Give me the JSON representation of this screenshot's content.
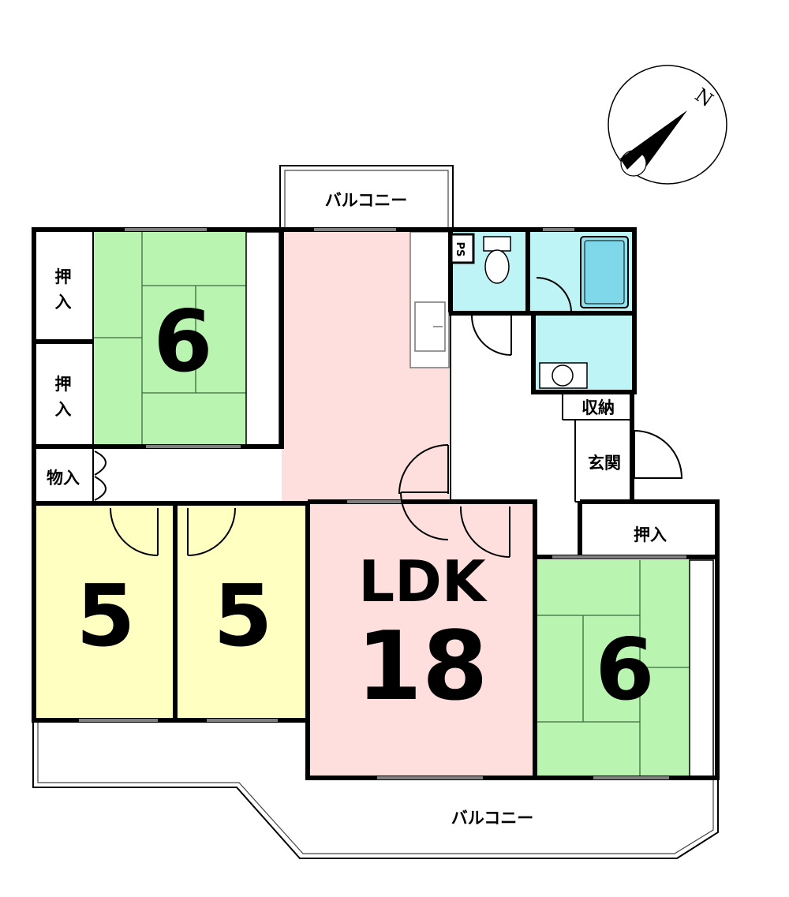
{
  "compass": {
    "label": "N",
    "icon": "north-arrow-icon"
  },
  "balconies": {
    "top": "バルコニー",
    "bottom": "バルコニー"
  },
  "rooms": {
    "washitsu_left": {
      "size": "6",
      "color": "#b9f5b0"
    },
    "washitsu_right": {
      "size": "6",
      "color": "#b9f5b0"
    },
    "youshitsu_a": {
      "size": "5",
      "color": "#ffffc2"
    },
    "youshitsu_b": {
      "size": "5",
      "color": "#ffffc2"
    },
    "ldk": {
      "name": "LDK",
      "size": "18",
      "color": "#ffdede"
    },
    "kitchen_color": "#ffdede",
    "wet_color": "#bff4f6"
  },
  "storage": {
    "oshiire_1": "押入",
    "oshiire_2": "押入",
    "oshiire_3": "押入",
    "monoire": "物入",
    "shuunou": "収納",
    "genkan": "玄関",
    "ps": "PS"
  }
}
